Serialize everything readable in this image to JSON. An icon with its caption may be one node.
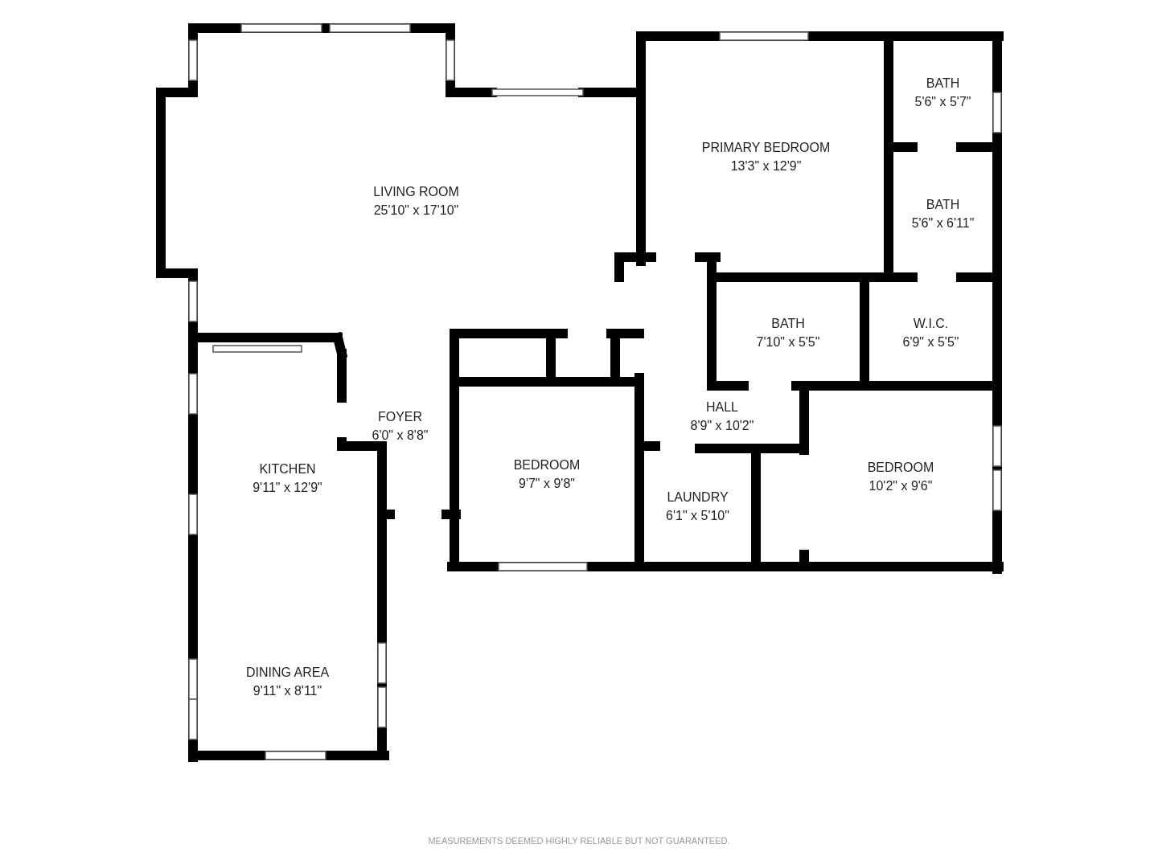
{
  "diagram": {
    "nodes": [
      {
        "text": [
          "LIVING ROOM",
          "25'10\" x 17'10\""
        ]
      },
      {
        "text": [
          "PRIMARY BEDROOM",
          "13'3\" x 12'9\""
        ]
      },
      {
        "text": [
          "BATH",
          "5'6\" x 5'7\""
        ]
      },
      {
        "text": [
          "BATH",
          "5'6\" x 6'11\""
        ]
      },
      {
        "text": [
          "BATH",
          "7'10\" x 5'5\""
        ]
      },
      {
        "text": [
          "W.I.C.",
          "6'9\" x 5'5\""
        ]
      },
      {
        "text": [
          "HALL",
          "8'9\" x 10'2\""
        ]
      },
      {
        "text": [
          "FOYER",
          "6'0\" x 8'8\""
        ]
      },
      {
        "text": [
          "KITCHEN",
          "9'11\" x 12'9\""
        ]
      },
      {
        "text": [
          "DINING AREA",
          "9'11\" x 8'11\""
        ]
      },
      {
        "text": [
          "BEDROOM",
          "9'7\" x 9'8\""
        ]
      },
      {
        "text": [
          "LAUNDRY",
          "6'1\" x 5'10\""
        ]
      },
      {
        "text": [
          "BEDROOM",
          "10'2\" x 9'6\""
        ]
      }
    ],
    "labels": [
      "MEASUREMENTS DEEMED HIGHLY RELIABLE BUT NOT GUARANTEED."
    ]
  }
}
